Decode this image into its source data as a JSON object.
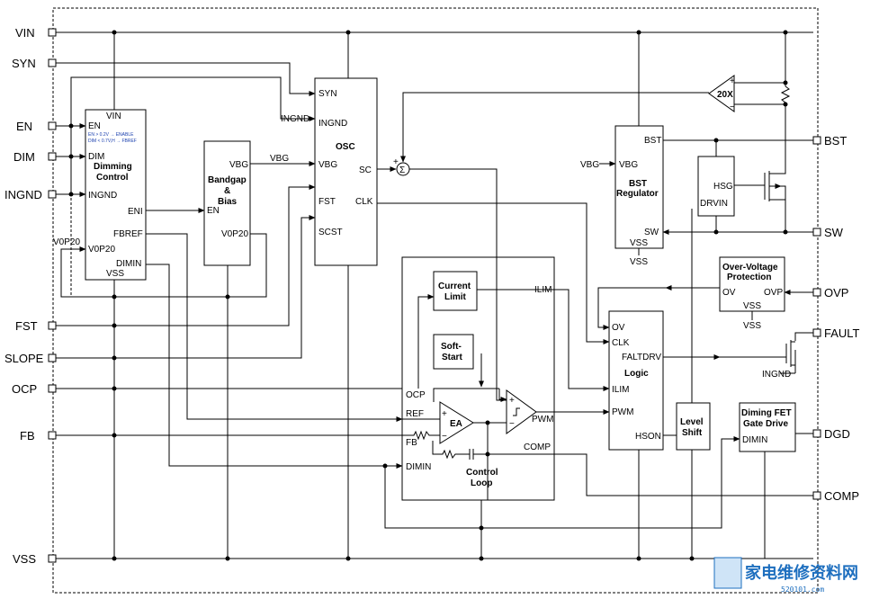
{
  "pins_left": [
    "VIN",
    "SYN",
    "EN",
    "DIM",
    "INGND",
    "FST",
    "SLOPE",
    "OCP",
    "FB",
    "VSS"
  ],
  "pins_right": [
    "BST",
    "SW",
    "OVP",
    "FAULT",
    "DGD",
    "COMP"
  ],
  "blocks": {
    "dimming": {
      "vin": "VIN",
      "en": "EN",
      "dim": "DIM",
      "title": "Dimming",
      "title2": "Control",
      "ingnd": "INGND",
      "eni": "ENI",
      "v0p20": "V0P20",
      "fbref": "FBREF",
      "dimin": "DIMIN",
      "vss": "VSS",
      "note1": "EN > 0.2V → ENABLE",
      "note2": "DIM < 0.7V,H → FBREF"
    },
    "bandgap": {
      "title": "Bandgap",
      "amp": "&",
      "bias": "Bias",
      "vbg": "VBG",
      "en": "EN",
      "v0p20": "V0P20"
    },
    "osc": {
      "syn": "SYN",
      "ingnd": "INGND",
      "title": "OSC",
      "vbg": "VBG",
      "sc": "SC",
      "fst": "FST",
      "clk": "CLK",
      "scst": "SCST"
    },
    "current_limit": {
      "l1": "Current",
      "l2": "Limit"
    },
    "soft_start": {
      "l1": "Soft-",
      "l2": "Start"
    },
    "ea": "EA",
    "control_loop": {
      "l1": "Control",
      "l2": "Loop",
      "ocp": "OCP",
      "ref": "REF",
      "fb": "FB",
      "dimin": "DIMIN",
      "pwm": "PWM",
      "comp": "COMP"
    },
    "bst_reg": {
      "vbg": "VBG",
      "bst": "BST",
      "title": "BST",
      "title2": "Regulator",
      "sw": "SW",
      "vss": "VSS",
      "vss2": "VSS",
      "vbg_in": "VBG"
    },
    "hsg": {
      "hsg": "HSG",
      "drvin": "DRVIN"
    },
    "amp20x": "20X",
    "ovp": {
      "title": "Over-Voltage",
      "title2": "Protection",
      "ov": "OV",
      "ovp": "OVP",
      "vss": "VSS",
      "vss2": "VSS"
    },
    "logic": {
      "ov": "OV",
      "clk": "CLK",
      "faltdrv": "FALTDRV",
      "title": "Logic",
      "ilim": "ILIM",
      "pwm": "PWM",
      "hson": "HSON"
    },
    "level_shift": {
      "l1": "Level",
      "l2": "Shift"
    },
    "dgd": {
      "l1": "Diming FET",
      "l2": "Gate Drive",
      "dimin": "DIMIN"
    },
    "labels": {
      "vbg_wire": "VBG",
      "v0p20_wire": "V0P20",
      "ilim_wire": "ILIM",
      "ingnd_fault": "INGND",
      "ingnd_osc": "INGND"
    }
  },
  "watermark": {
    "text": "家电维修资料网",
    "url": "520101.com"
  }
}
